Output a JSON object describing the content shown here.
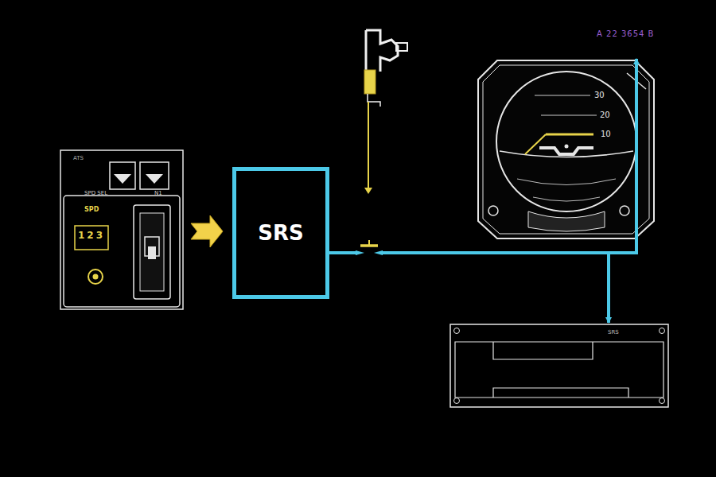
{
  "diagram": {
    "nodes": [
      {
        "text": [
          "ATS",
          "SPD SEL",
          "N1",
          "SPD"
        ]
      },
      {
        "text": [
          "SRS"
        ]
      },
      {
        "text": [
          "30",
          "20",
          "10"
        ]
      },
      {
        "text": [
          "SRS"
        ]
      }
    ],
    "edges": [
      {
        "from": 0,
        "to": 1,
        "arrow": "to"
      },
      {
        "from": 1,
        "to": 2,
        "arrow": "to"
      },
      {
        "from": 1,
        "to": 3,
        "arrow": "to"
      }
    ],
    "labels": [
      "A 22 3654 B",
      "123"
    ]
  }
}
